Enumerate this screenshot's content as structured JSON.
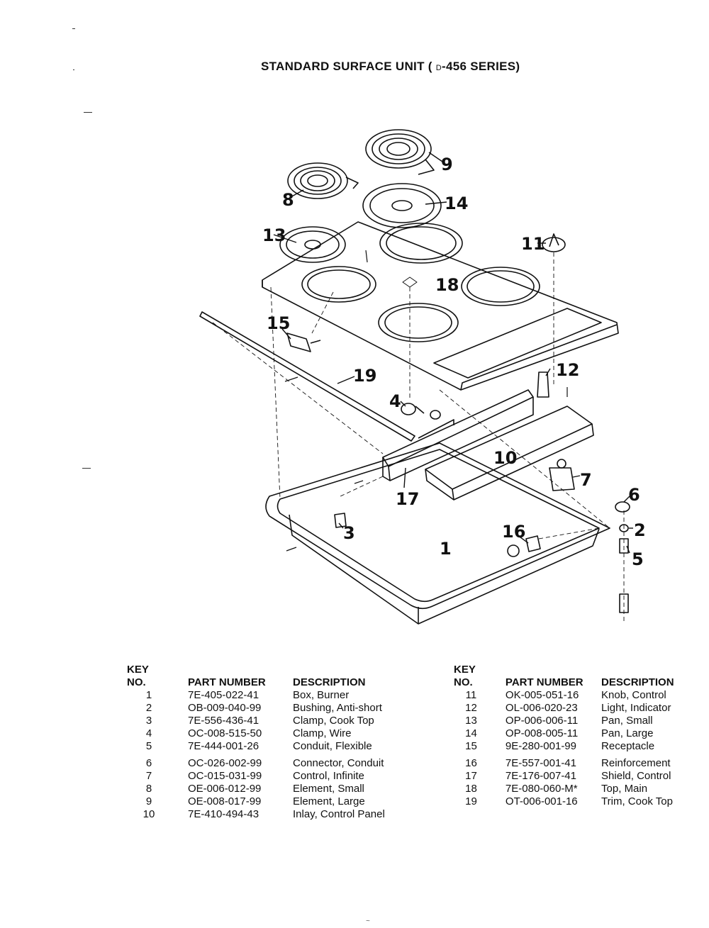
{
  "page": {
    "title_prefix": "STANDARD SURFACE UNIT (",
    "title_series_letter": "D",
    "title_suffix": "-456 SERIES)"
  },
  "diagram": {
    "callouts": [
      "1",
      "2",
      "3",
      "4",
      "5",
      "6",
      "7",
      "8",
      "9",
      "10",
      "11",
      "12",
      "13",
      "14",
      "15",
      "16",
      "17",
      "18",
      "19"
    ]
  },
  "parts_table": {
    "headers": {
      "key_line1": "KEY",
      "key_line2": "NO.",
      "part_number": "PART NUMBER",
      "description": "DESCRIPTION"
    },
    "left": [
      {
        "key": "1",
        "part": "7E-405-022-41",
        "desc": "Box, Burner"
      },
      {
        "key": "2",
        "part": "OB-009-040-99",
        "desc": "Bushing, Anti-short"
      },
      {
        "key": "3",
        "part": "7E-556-436-41",
        "desc": "Clamp, Cook Top"
      },
      {
        "key": "4",
        "part": "OC-008-515-50",
        "desc": "Clamp, Wire"
      },
      {
        "key": "5",
        "part": "7E-444-001-26",
        "desc": "Conduit, Flexible"
      },
      {
        "key": "6",
        "part": "OC-026-002-99",
        "desc": "Connector, Conduit"
      },
      {
        "key": "7",
        "part": "OC-015-031-99",
        "desc": "Control, Infinite"
      },
      {
        "key": "8",
        "part": "OE-006-012-99",
        "desc": "Element, Small"
      },
      {
        "key": "9",
        "part": "OE-008-017-99",
        "desc": "Element, Large"
      },
      {
        "key": "10",
        "part": "7E-410-494-43",
        "desc": "Inlay, Control Panel"
      }
    ],
    "right": [
      {
        "key": "11",
        "part": "OK-005-051-16",
        "desc": "Knob, Control"
      },
      {
        "key": "12",
        "part": "OL-006-020-23",
        "desc": "Light, Indicator"
      },
      {
        "key": "13",
        "part": "OP-006-006-11",
        "desc": "Pan, Small"
      },
      {
        "key": "14",
        "part": "OP-008-005-11",
        "desc": "Pan, Large"
      },
      {
        "key": "15",
        "part": "9E-280-001-99",
        "desc": "Receptacle"
      },
      {
        "key": "16",
        "part": "7E-557-001-41",
        "desc": "Reinforcement"
      },
      {
        "key": "17",
        "part": "7E-176-007-41",
        "desc": "Shield, Control"
      },
      {
        "key": "18",
        "part": "7E-080-060-M*",
        "desc": "Top, Main"
      },
      {
        "key": "19",
        "part": "OT-006-001-16",
        "desc": "Trim, Cook Top"
      }
    ]
  }
}
